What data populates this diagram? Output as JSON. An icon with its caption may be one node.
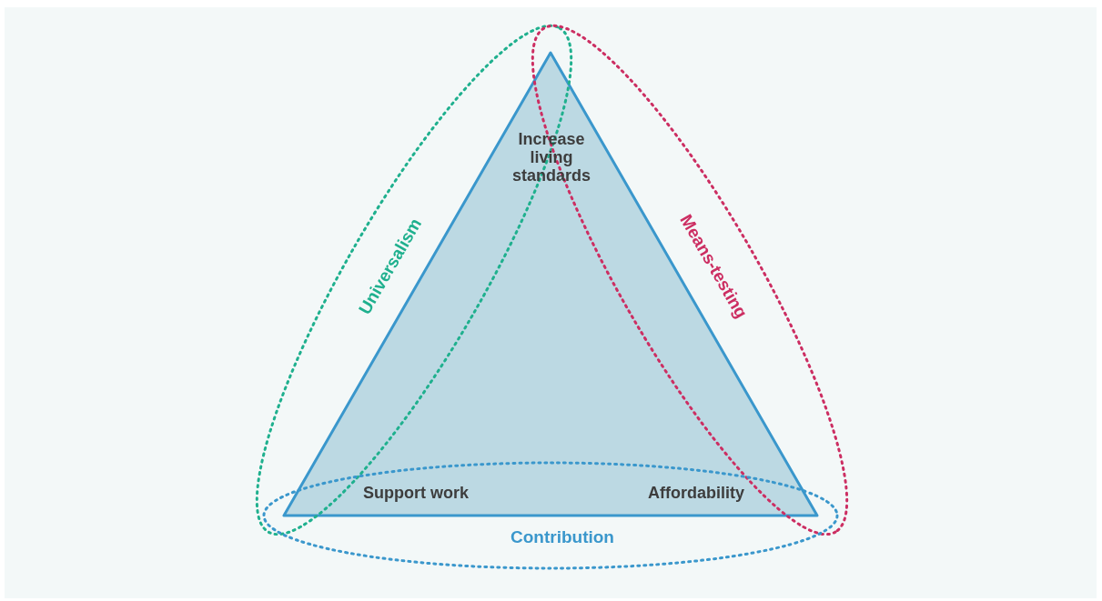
{
  "diagram": {
    "nodes": [
      {
        "text": [],
        "shape": "triangle"
      },
      {
        "text": [
          "Universalism"
        ]
      },
      {
        "text": [
          "Means-testing"
        ]
      },
      {
        "text": [
          "Contribution"
        ]
      }
    ],
    "labels": [
      "Increase living standards",
      "Support work",
      "Affordability"
    ]
  }
}
